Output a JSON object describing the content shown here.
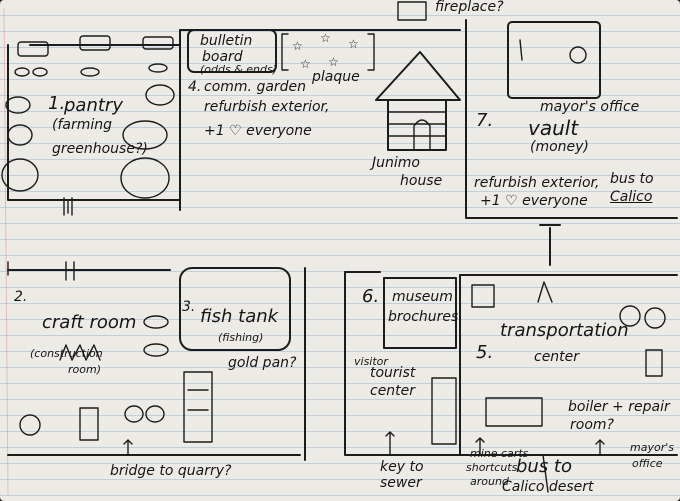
{
  "top_note": "fireplace?",
  "pantry": {
    "number": "1.",
    "label": "pantry",
    "sub": "(farming",
    "sub2": "greenhouse?)"
  },
  "bulletin": {
    "label": "bulletin",
    "label2": "board",
    "sub": "(odds & ends)"
  },
  "plaque": {
    "label": "plaque"
  },
  "community": {
    "number": "4.",
    "line1": "comm. garden",
    "line2": "refurbish exterior,",
    "line3": "+1 ♡ everyone"
  },
  "junimo": {
    "label": "Junimo",
    "label2": "house"
  },
  "vault": {
    "number": "7.",
    "label": "vault",
    "sub": "(money)",
    "mayor_label": "mayor's office",
    "note": "refurbish exterior,",
    "note2": "+1 ♡ everyone",
    "bus_label": "bus to",
    "bus_dest": "Calico"
  },
  "craft": {
    "number": "2.",
    "label": "craft room",
    "sub": "(construction",
    "sub2": "room)"
  },
  "fish": {
    "number": "3.",
    "label": "fish tank",
    "sub": "(fishing)",
    "gold": "gold pan?"
  },
  "bridge": {
    "label": "bridge to quarry?"
  },
  "museum": {
    "number": "6.",
    "label": "museum",
    "label2": "brochures",
    "visitor": "visitor",
    "tourist": "tourist",
    "center": "center"
  },
  "transport": {
    "number": "5.",
    "label": "transportation",
    "label2": "center",
    "boiler": "boiler + repair",
    "boiler2": "room?",
    "minecarts": "mine carts",
    "shortcuts": "shortcuts",
    "around": "around",
    "bus_desert": "bus to",
    "bus_desert2": "Calico desert",
    "key": "key to",
    "key2": "sewer",
    "mayor_office": "mayor's",
    "mayor_office2": "office"
  }
}
